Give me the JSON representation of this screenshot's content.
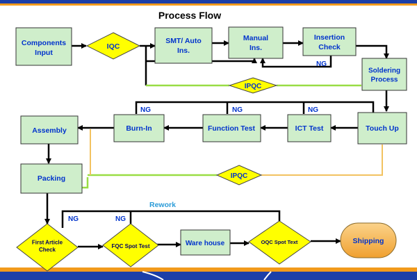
{
  "title": "Process Flow",
  "nodes": {
    "components_input": "Components Input",
    "iqc": "IQC",
    "smt": "SMT/ Auto Ins.",
    "manual": "Manual Ins.",
    "insertion": "Insertion Check",
    "soldering": "Soldering Process",
    "touchup": "Touch Up",
    "ict": "ICT Test",
    "function": "Function Test",
    "burnin": "Burn-In",
    "assembly": "Assembly",
    "packing": "Packing",
    "ipqc1": "IPQC",
    "ipqc2": "IPQC",
    "fac": "First Article Check",
    "fqc": "FQC Spot Test",
    "warehouse": "Ware house",
    "oqc": "OQC Spot Text",
    "shipping": "Shipping"
  },
  "labels": {
    "ng_insertion": "NG",
    "ng_burnin": "NG",
    "ng_function": "NG",
    "ng_ict": "NG",
    "ng_fac": "NG",
    "ng_fqc": "NG",
    "rework": "Rework"
  },
  "colors": {
    "box_fill": "#cfeecb",
    "diamond_fill": "#ffff00",
    "shipping_fill": "#f7b64a",
    "text_blue": "#0033cc",
    "text_dark": "#000066",
    "ipqc_line": "#99dd44",
    "feedback_line": "#f2c260",
    "top_band": "#1c3fa8",
    "orange_band": "#f29a1b"
  }
}
